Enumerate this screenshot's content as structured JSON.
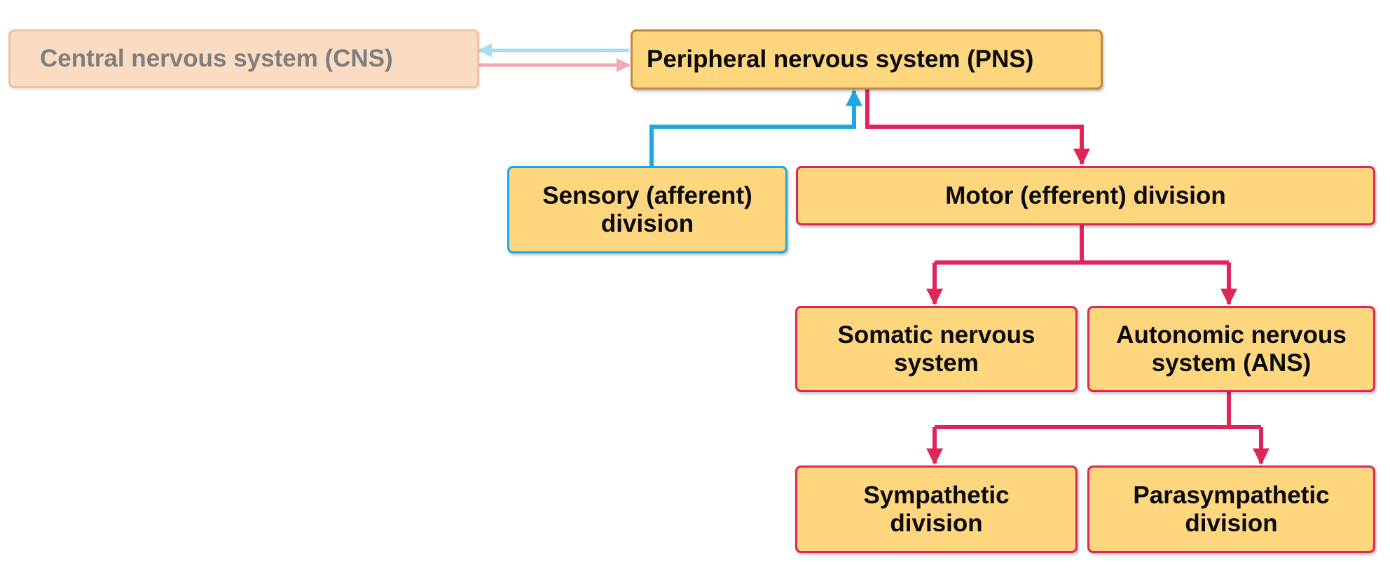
{
  "diagram": {
    "nodes": {
      "cns": "Central nervous system (CNS)",
      "pns": "Peripheral nervous system (PNS)",
      "sensory": "Sensory (afferent) division",
      "motor": "Motor (efferent) division",
      "somatic": "Somatic nervous system",
      "autonomic": "Autonomic nervous system (ANS)",
      "sympathetic": "Sympathetic division",
      "parasympathetic": "Parasympathetic division"
    },
    "colors": {
      "box_fill": "#fdd67d",
      "faded_fill": "#fbdcc2",
      "motor_arrow": "#e0255a",
      "sensory_arrow": "#1da8e0",
      "faded_blue": "#a6dcf4",
      "faded_red": "#f3a8b6",
      "pns_border": "#c3883b"
    }
  }
}
